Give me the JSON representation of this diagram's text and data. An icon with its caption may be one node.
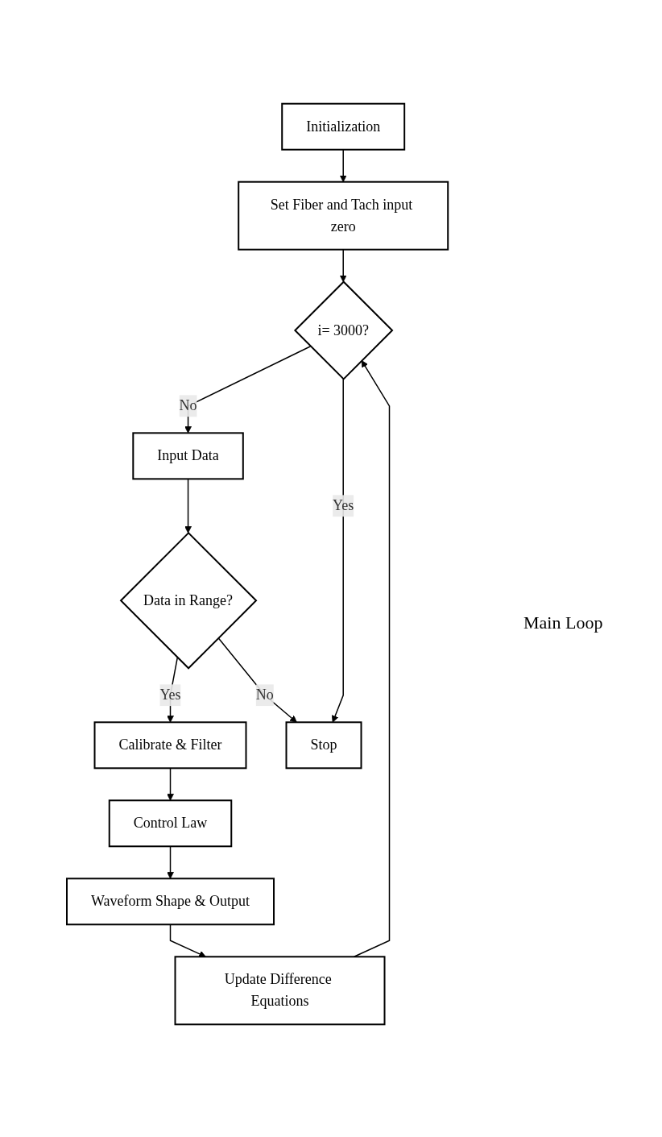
{
  "diagram": {
    "nodes": [
      {
        "text": [
          "Initialization"
        ]
      },
      {
        "text": [
          "Set Fiber and Tach input zero"
        ]
      },
      {
        "text": [
          "i= 3000?"
        ]
      },
      {
        "text": [
          "Input Data"
        ]
      },
      {
        "text": [
          "Data in Range?"
        ]
      },
      {
        "text": [
          "Calibrate & Filter"
        ]
      },
      {
        "text": [
          "Control Law"
        ]
      },
      {
        "text": [
          "Waveform Shape & Output"
        ]
      },
      {
        "text": [
          "Update Difference Equations"
        ]
      },
      {
        "text": [
          "Stop"
        ]
      }
    ],
    "edges": [
      {
        "from": 0,
        "to": 1,
        "arrow": "to"
      },
      {
        "from": 1,
        "to": 2,
        "arrow": "to"
      },
      {
        "from": 2,
        "to": 3,
        "arrow": "to",
        "label": "No"
      },
      {
        "from": 3,
        "to": 4,
        "arrow": "to"
      },
      {
        "from": 4,
        "to": 5,
        "arrow": "to",
        "label": "Yes"
      },
      {
        "from": 5,
        "to": 6,
        "arrow": "to"
      },
      {
        "from": 6,
        "to": 7,
        "arrow": "to"
      },
      {
        "from": 7,
        "to": 8,
        "arrow": "to"
      },
      {
        "from": 8,
        "to": 2,
        "arrow": "to"
      },
      {
        "from": 2,
        "to": 9,
        "arrow": "to",
        "label": "Yes"
      },
      {
        "from": 4,
        "to": 9,
        "arrow": "to",
        "label": "No"
      }
    ],
    "labels": [
      "Main Loop"
    ]
  }
}
